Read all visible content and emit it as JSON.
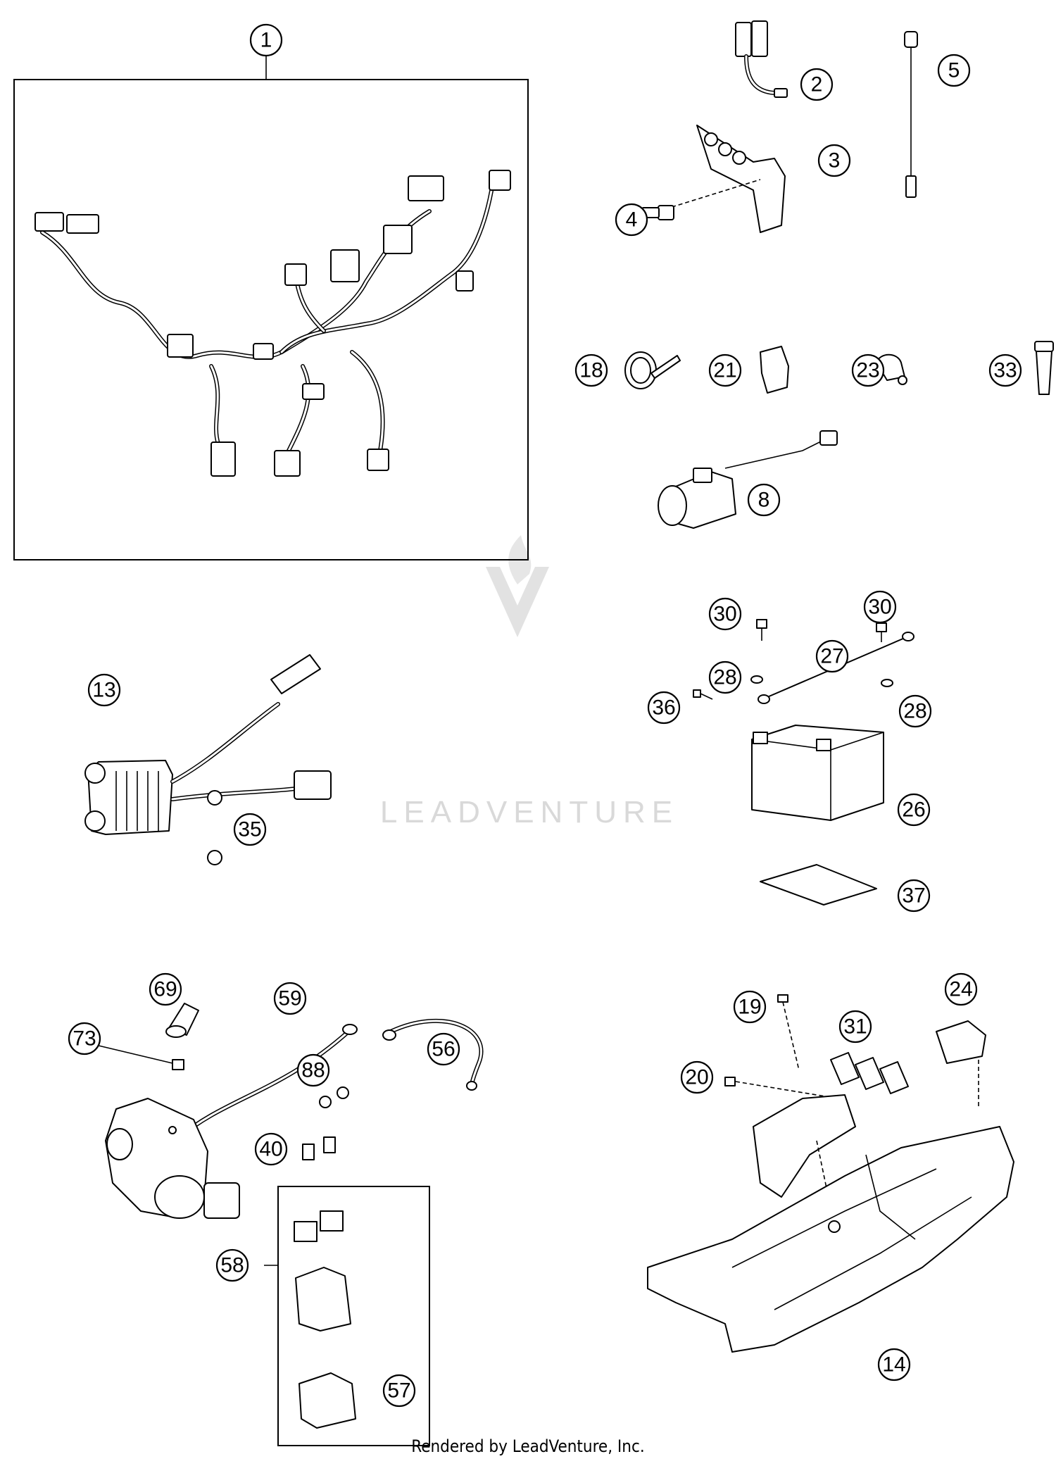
{
  "watermark": {
    "text": "LEADVENTURE"
  },
  "footer": {
    "text": "Rendered by LeadVenture, Inc."
  },
  "callouts": [
    "1",
    "2",
    "3",
    "4",
    "5",
    "8",
    "13",
    "14",
    "18",
    "19",
    "20",
    "21",
    "23",
    "24",
    "26",
    "27",
    "28",
    "28",
    "30",
    "30",
    "31",
    "33",
    "35",
    "36",
    "37",
    "40",
    "56",
    "57",
    "58",
    "59",
    "69",
    "73",
    "88"
  ],
  "colors": {
    "line": "#000000",
    "watermark": "#d9d9d9",
    "background": "#ffffff"
  }
}
